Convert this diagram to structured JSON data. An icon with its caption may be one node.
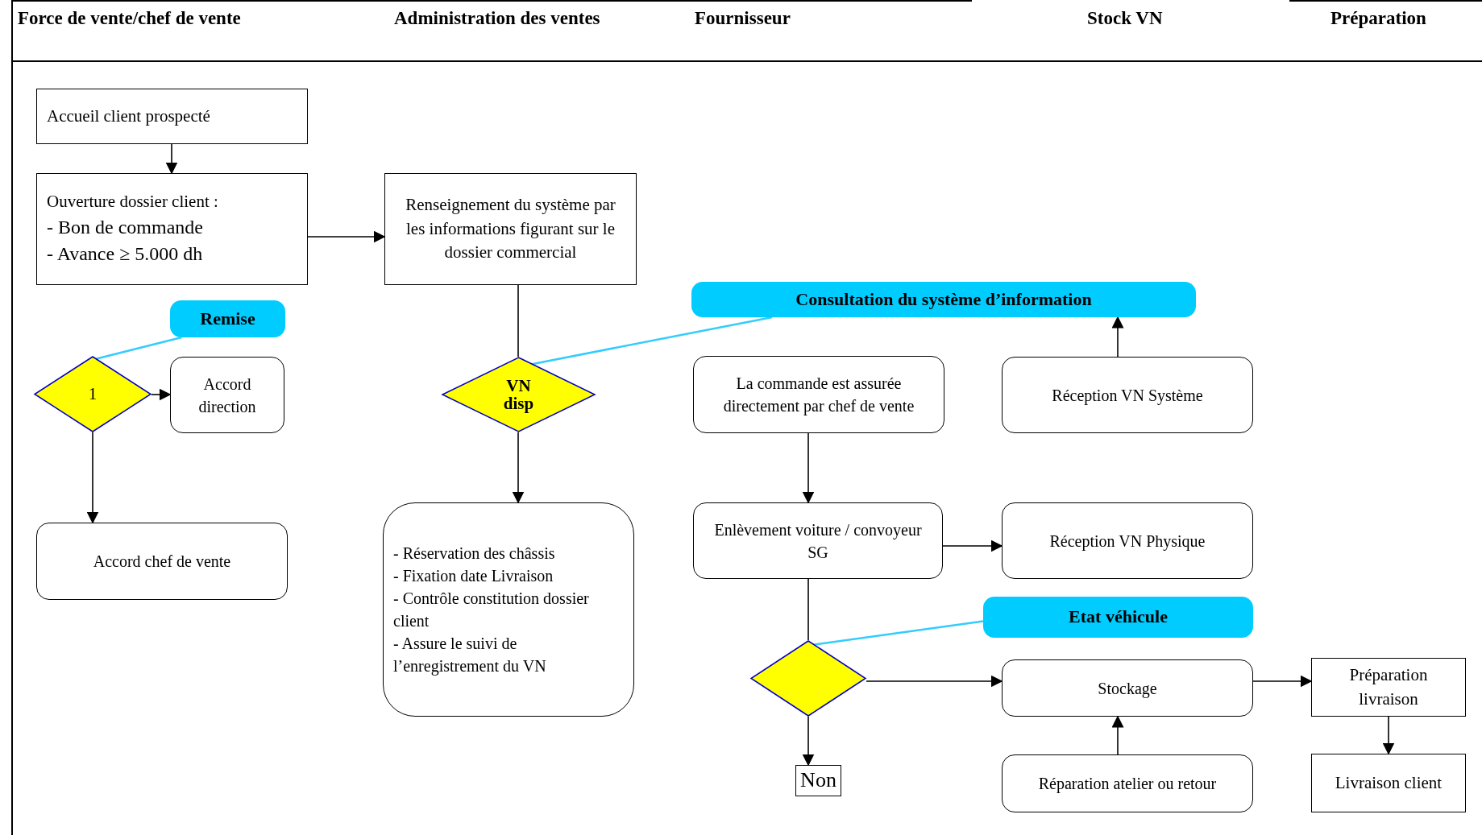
{
  "diagram": {
    "nodes": [
      {
        "text": [
          "Accueil client prospecté"
        ]
      },
      {
        "text": [
          "Ouverture dossier client :",
          "- Bon de commande",
          "- Avance ≥ 5.000 dh"
        ]
      },
      {
        "text": [
          "Renseignement du système par les informations figurant sur le dossier commercial"
        ]
      },
      {
        "text": [
          "Remise"
        ]
      },
      {
        "text": [
          "1"
        ]
      },
      {
        "text": [
          "Accord direction"
        ]
      },
      {
        "text": [
          "Accord chef de vente"
        ]
      },
      {
        "text": [
          "Consultation du système d’information"
        ]
      },
      {
        "text": [
          "VN disp"
        ]
      },
      {
        "text": [
          "- Réservation des châssis",
          "- Fixation date Livraison",
          "- Contrôle constitution dossier client",
          "- Assure le suivi de l’enregistrement du VN"
        ]
      },
      {
        "text": [
          "La commande est assurée directement par chef de vente"
        ]
      },
      {
        "text": [
          "Réception VN Système"
        ]
      },
      {
        "text": [
          "Enlèvement voiture / convoyeur SG"
        ]
      },
      {
        "text": [
          "Réception VN Physique"
        ]
      },
      {
        "text": [
          "Etat véhicule"
        ]
      },
      {
        "text": [],
        "shape": "diamond"
      },
      {
        "text": [
          "Non"
        ]
      },
      {
        "text": [
          "Stockage"
        ]
      },
      {
        "text": [
          "Préparation livraison"
        ]
      },
      {
        "text": [
          "Réparation atelier ou retour"
        ]
      },
      {
        "text": [
          "Livraison client"
        ]
      }
    ],
    "edges": [
      {
        "from": 0,
        "to": 1,
        "arrow": "to"
      },
      {
        "from": 1,
        "to": 2,
        "arrow": "to"
      },
      {
        "from": 3,
        "to": 4,
        "arrow": "none",
        "color": "#33ccff"
      },
      {
        "from": 4,
        "to": 5,
        "arrow": "to"
      },
      {
        "from": 4,
        "to": 6,
        "arrow": "to"
      },
      {
        "from": 2,
        "to": 8,
        "arrow": "none"
      },
      {
        "from": 7,
        "to": 8,
        "arrow": "none",
        "color": "#33ccff"
      },
      {
        "from": 8,
        "to": 9,
        "arrow": "to"
      },
      {
        "from": 11,
        "to": 7,
        "arrow": "to"
      },
      {
        "from": 10,
        "to": 12,
        "arrow": "to"
      },
      {
        "from": 12,
        "to": 13,
        "arrow": "to"
      },
      {
        "from": 12,
        "to": 15,
        "arrow": "none"
      },
      {
        "from": 14,
        "to": 15,
        "arrow": "none",
        "color": "#33ccff"
      },
      {
        "from": 15,
        "to": 17,
        "arrow": "to"
      },
      {
        "from": 15,
        "to": 16,
        "arrow": "to"
      },
      {
        "from": 19,
        "to": 17,
        "arrow": "to"
      },
      {
        "from": 17,
        "to": 18,
        "arrow": "to"
      },
      {
        "from": 18,
        "to": 20,
        "arrow": "to"
      }
    ],
    "labels": [
      "Force de vente/chef de vente",
      "Administration des ventes",
      "Fournisseur",
      "Stock VN",
      "Préparation"
    ]
  }
}
